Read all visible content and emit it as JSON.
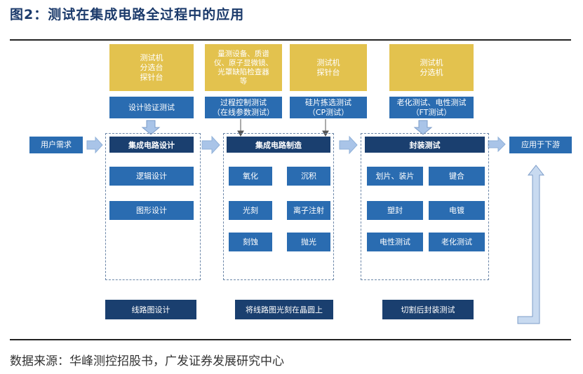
{
  "title": "图2：测试在集成电路全过程中的应用",
  "user_req": "用户需求",
  "downstream": "应用于下游",
  "tools": [
    {
      "label": "测试机\n分选台\n探针台"
    },
    {
      "label": "量测设备、质谱\n仪、原子显微镜、\n光罩缺陷检查器\n等"
    },
    {
      "label": "测试机\n探针台"
    },
    {
      "label": "测试机\n分选机"
    }
  ],
  "tests": [
    {
      "label": "设计验证测试"
    },
    {
      "label": "过程控制测试\n（在线参数测试）"
    },
    {
      "label": "硅片拣选测试\n（CP测试）"
    },
    {
      "label": "老化测试、电性测试\n（FT测试）"
    }
  ],
  "stages": [
    {
      "header": "集成电路设计",
      "items": [
        "逻辑设计",
        "图形设计"
      ],
      "footer": "线路图设计"
    },
    {
      "header": "集成电路制造",
      "items": [
        "氧化",
        "沉积",
        "光刻",
        "离子注射",
        "刻蚀",
        "抛光"
      ],
      "footer": "将线路图光刻在晶圆上"
    },
    {
      "header": "封装测试",
      "items": [
        "划片、装片",
        "键合",
        "塑封",
        "电镀",
        "电性测试",
        "老化测试"
      ],
      "footer": "切割后封装测试"
    }
  ],
  "source": "数据来源：华峰测控招股书，广发证券发展研究中心"
}
